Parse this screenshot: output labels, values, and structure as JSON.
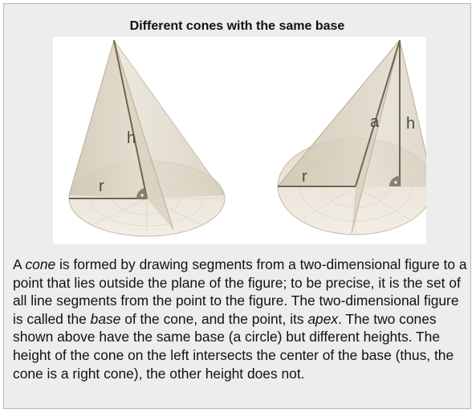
{
  "title": "Different cones with the same base",
  "figure": {
    "left_cone_labels": {
      "height": "h",
      "radius": "r"
    },
    "right_cone_labels": {
      "slant": "a",
      "height": "h",
      "radius": "r"
    }
  },
  "caption": [
    {
      "text": "A ",
      "italic": false
    },
    {
      "text": "cone",
      "italic": true
    },
    {
      "text": " is formed by drawing segments from a two-dimensional figure to a point that lies outside the plane of the figure; to be precise, it is the set of all line segments from the point to the figure. The two-dimensional figure is called the ",
      "italic": false
    },
    {
      "text": "base",
      "italic": true
    },
    {
      "text": " of the cone, and the point, its ",
      "italic": false
    },
    {
      "text": "apex",
      "italic": true
    },
    {
      "text": ". The two cones shown above have the same base (a circle) but different heights. The height of the cone on the left intersects the center of the base (thus, the cone is a right cone), the other height does not.",
      "italic": false
    }
  ]
}
